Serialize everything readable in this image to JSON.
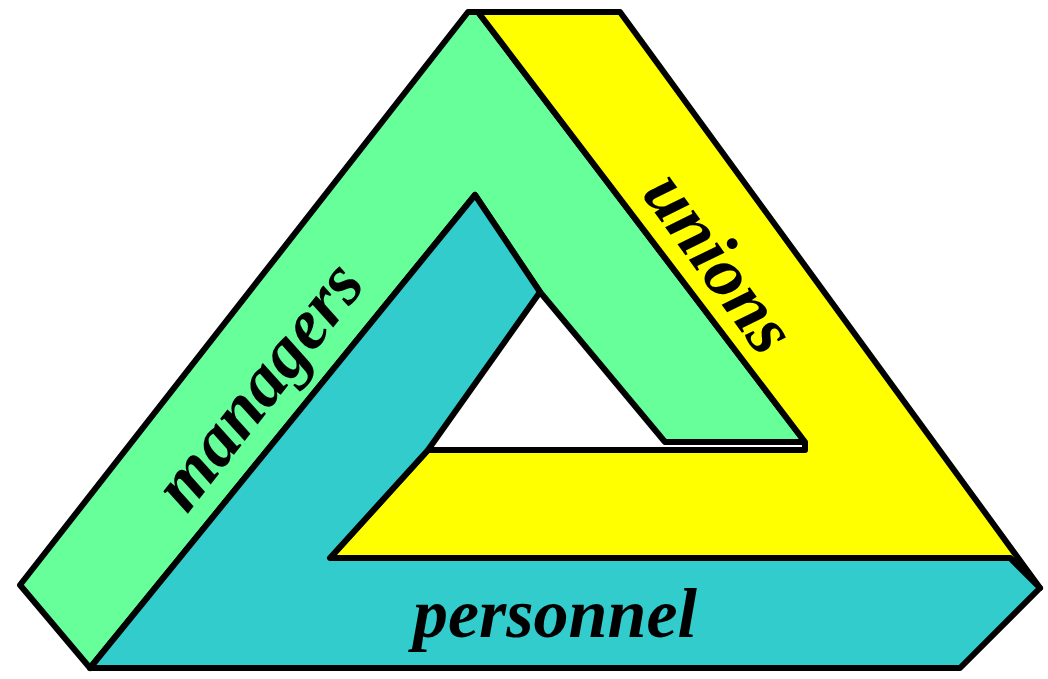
{
  "diagram": {
    "nodes": [
      {
        "text": [
          "managers"
        ]
      },
      {
        "text": [
          "unions"
        ]
      },
      {
        "text": [
          "personnel"
        ]
      }
    ]
  }
}
